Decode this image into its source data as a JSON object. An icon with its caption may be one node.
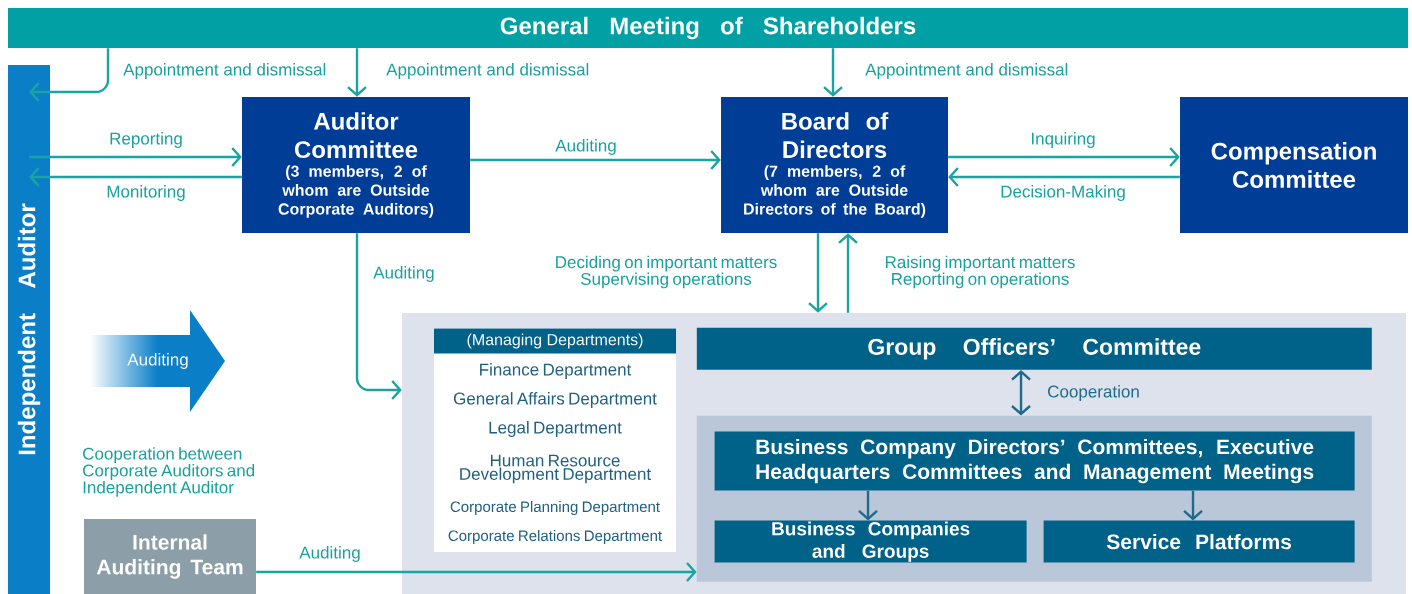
{
  "diagram": {
    "nodes": [
      {
        "text": [
          "General Meeting of Shareholders"
        ]
      },
      {
        "text": [
          "Independent Auditor"
        ]
      },
      {
        "text": [
          "Auditor Committee",
          "(3 members, 2 of whom are Outside Corporate Auditors)"
        ]
      },
      {
        "text": [
          "Board of Directors",
          "(7 members, 2 of whom are Outside Directors of the Board)"
        ]
      },
      {
        "text": [
          "Compensation Committee"
        ]
      },
      {
        "text": [],
        "shape": "box"
      },
      {
        "text": [
          "(Managing Departments)",
          "Finance Department",
          "General Affairs Department",
          "Legal Department",
          "Human Resource Development Department",
          "Corporate Planning Department",
          "Corporate Relations Department"
        ],
        "in": 5
      },
      {
        "text": [
          "Group Officers’ Committee"
        ],
        "in": 5
      },
      {
        "text": [],
        "shape": "box",
        "in": 5
      },
      {
        "text": [
          "Business Company Directors’ Committees, Executive Headquarters Committees and Management Meetings"
        ],
        "in": 8
      },
      {
        "text": [
          "Business Companies and Groups"
        ],
        "in": 8
      },
      {
        "text": [
          "Service Platforms"
        ],
        "in": 8
      },
      {
        "text": [
          "Internal Auditing Team"
        ]
      },
      {
        "text": [
          "Auditing"
        ]
      }
    ],
    "edges": [
      {
        "from": 0,
        "to": 1,
        "arrow": "to",
        "label": "Appointment and dismissal"
      },
      {
        "from": 0,
        "to": 2,
        "arrow": "to",
        "label": "Appointment and dismissal"
      },
      {
        "from": 0,
        "to": 3,
        "arrow": "to",
        "label": "Appointment and dismissal"
      },
      {
        "from": 1,
        "to": 2,
        "arrow": "to",
        "label": "Reporting"
      },
      {
        "from": 2,
        "to": 1,
        "arrow": "to",
        "label": "Monitoring"
      },
      {
        "from": 2,
        "to": 3,
        "arrow": "to",
        "label": "Auditing"
      },
      {
        "from": 3,
        "to": 4,
        "arrow": "to",
        "label": "Inquiring"
      },
      {
        "from": 4,
        "to": 3,
        "arrow": "to",
        "label": "Decision-Making"
      },
      {
        "from": 2,
        "to": 5,
        "arrow": "to",
        "label": "Auditing"
      },
      {
        "from": 3,
        "to": 5,
        "arrow": "to",
        "label": "Deciding on important matters Supervising operations"
      },
      {
        "from": 5,
        "to": 3,
        "arrow": "to",
        "label": "Raising important matters Reporting on operations"
      },
      {
        "from": 7,
        "to": 8,
        "arrow": "both",
        "label": "Cooperation",
        "color": "#1f6a8a"
      },
      {
        "from": 9,
        "to": 10,
        "arrow": "to",
        "color": "#1f6a8a"
      },
      {
        "from": 9,
        "to": 11,
        "arrow": "to",
        "color": "#1f6a8a"
      },
      {
        "from": 12,
        "to": 8,
        "arrow": "to",
        "label": "Auditing"
      }
    ],
    "labels": [
      "Cooperation between Corporate Auditors and Independent Auditor"
    ]
  }
}
